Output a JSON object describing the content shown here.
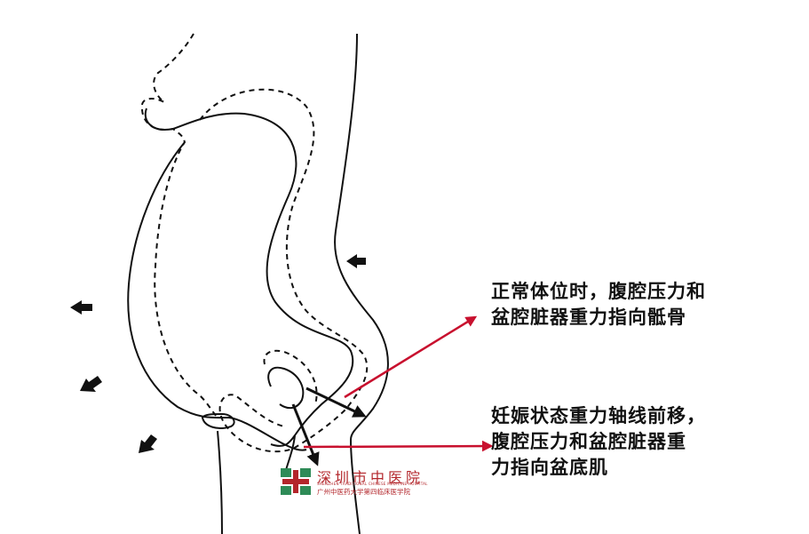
{
  "annotations": {
    "normal_line1": "正常体位时，腹腔压力和",
    "normal_line2": "盆腔脏器重力指向骶骨",
    "pregnant_line1": "妊娠状态重力轴线前移，",
    "pregnant_line2": "腹腔压力和盆腔脏器重",
    "pregnant_line3": "力指向盆底肌"
  },
  "logo": {
    "name": "深圳市中医院",
    "english": "SHENZHEN TRADITIONAL CHINESE MEDICINE HOSPITAL",
    "subtitle": "广州中医药大学第四临床医学院"
  },
  "colors": {
    "outline": "#111111",
    "arrow_red": "#c8102e",
    "logo_green": "#2e8b57",
    "logo_red": "#b3262b"
  }
}
